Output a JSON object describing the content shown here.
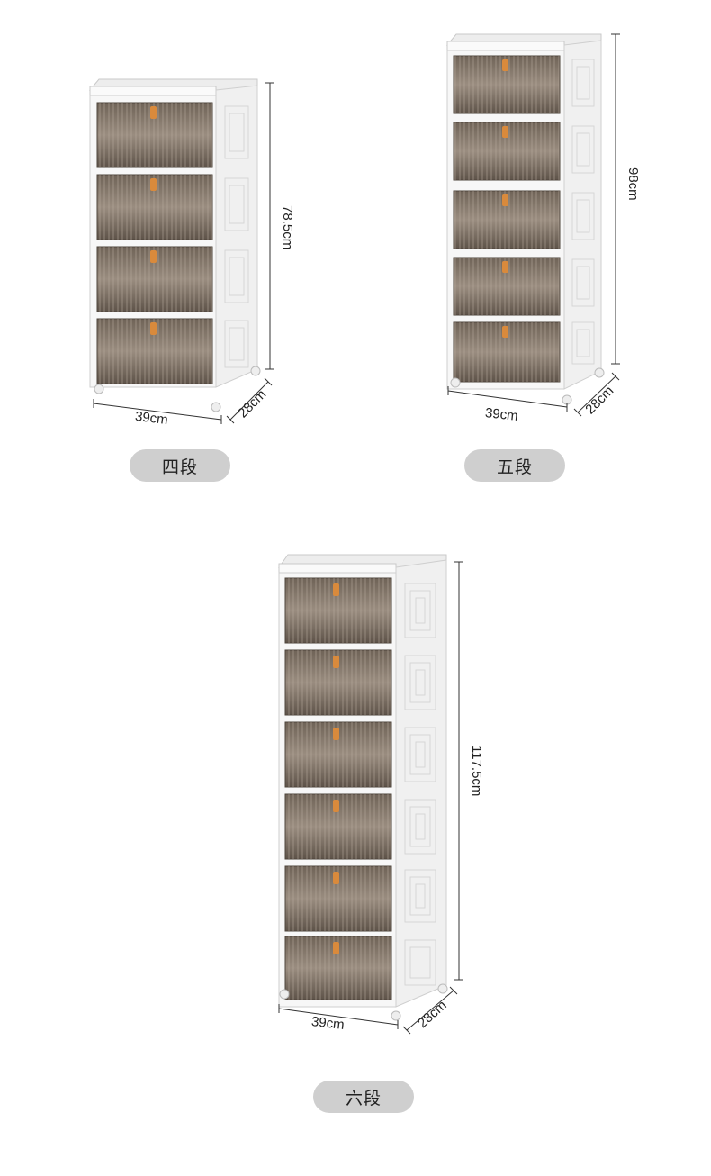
{
  "colors": {
    "background": "#ffffff",
    "frame": "#f6f6f6",
    "frame_edge": "#c9c9c9",
    "drawer_tint": "#8a7c6e",
    "drawer_dark": "#5b5046",
    "handle": "#d98a3c",
    "label_pill": "#cfcfcf",
    "dimension_line": "#333333"
  },
  "cabinets": [
    {
      "id": "four-tier",
      "tiers": 4,
      "label": "四段",
      "width": "39cm",
      "depth": "28cm",
      "height": "78.5cm"
    },
    {
      "id": "five-tier",
      "tiers": 5,
      "label": "五段",
      "width": "39cm",
      "depth": "28cm",
      "height": "98cm"
    },
    {
      "id": "six-tier",
      "tiers": 6,
      "label": "六段",
      "width": "39cm",
      "depth": "28cm",
      "height": "117.5cm"
    }
  ]
}
